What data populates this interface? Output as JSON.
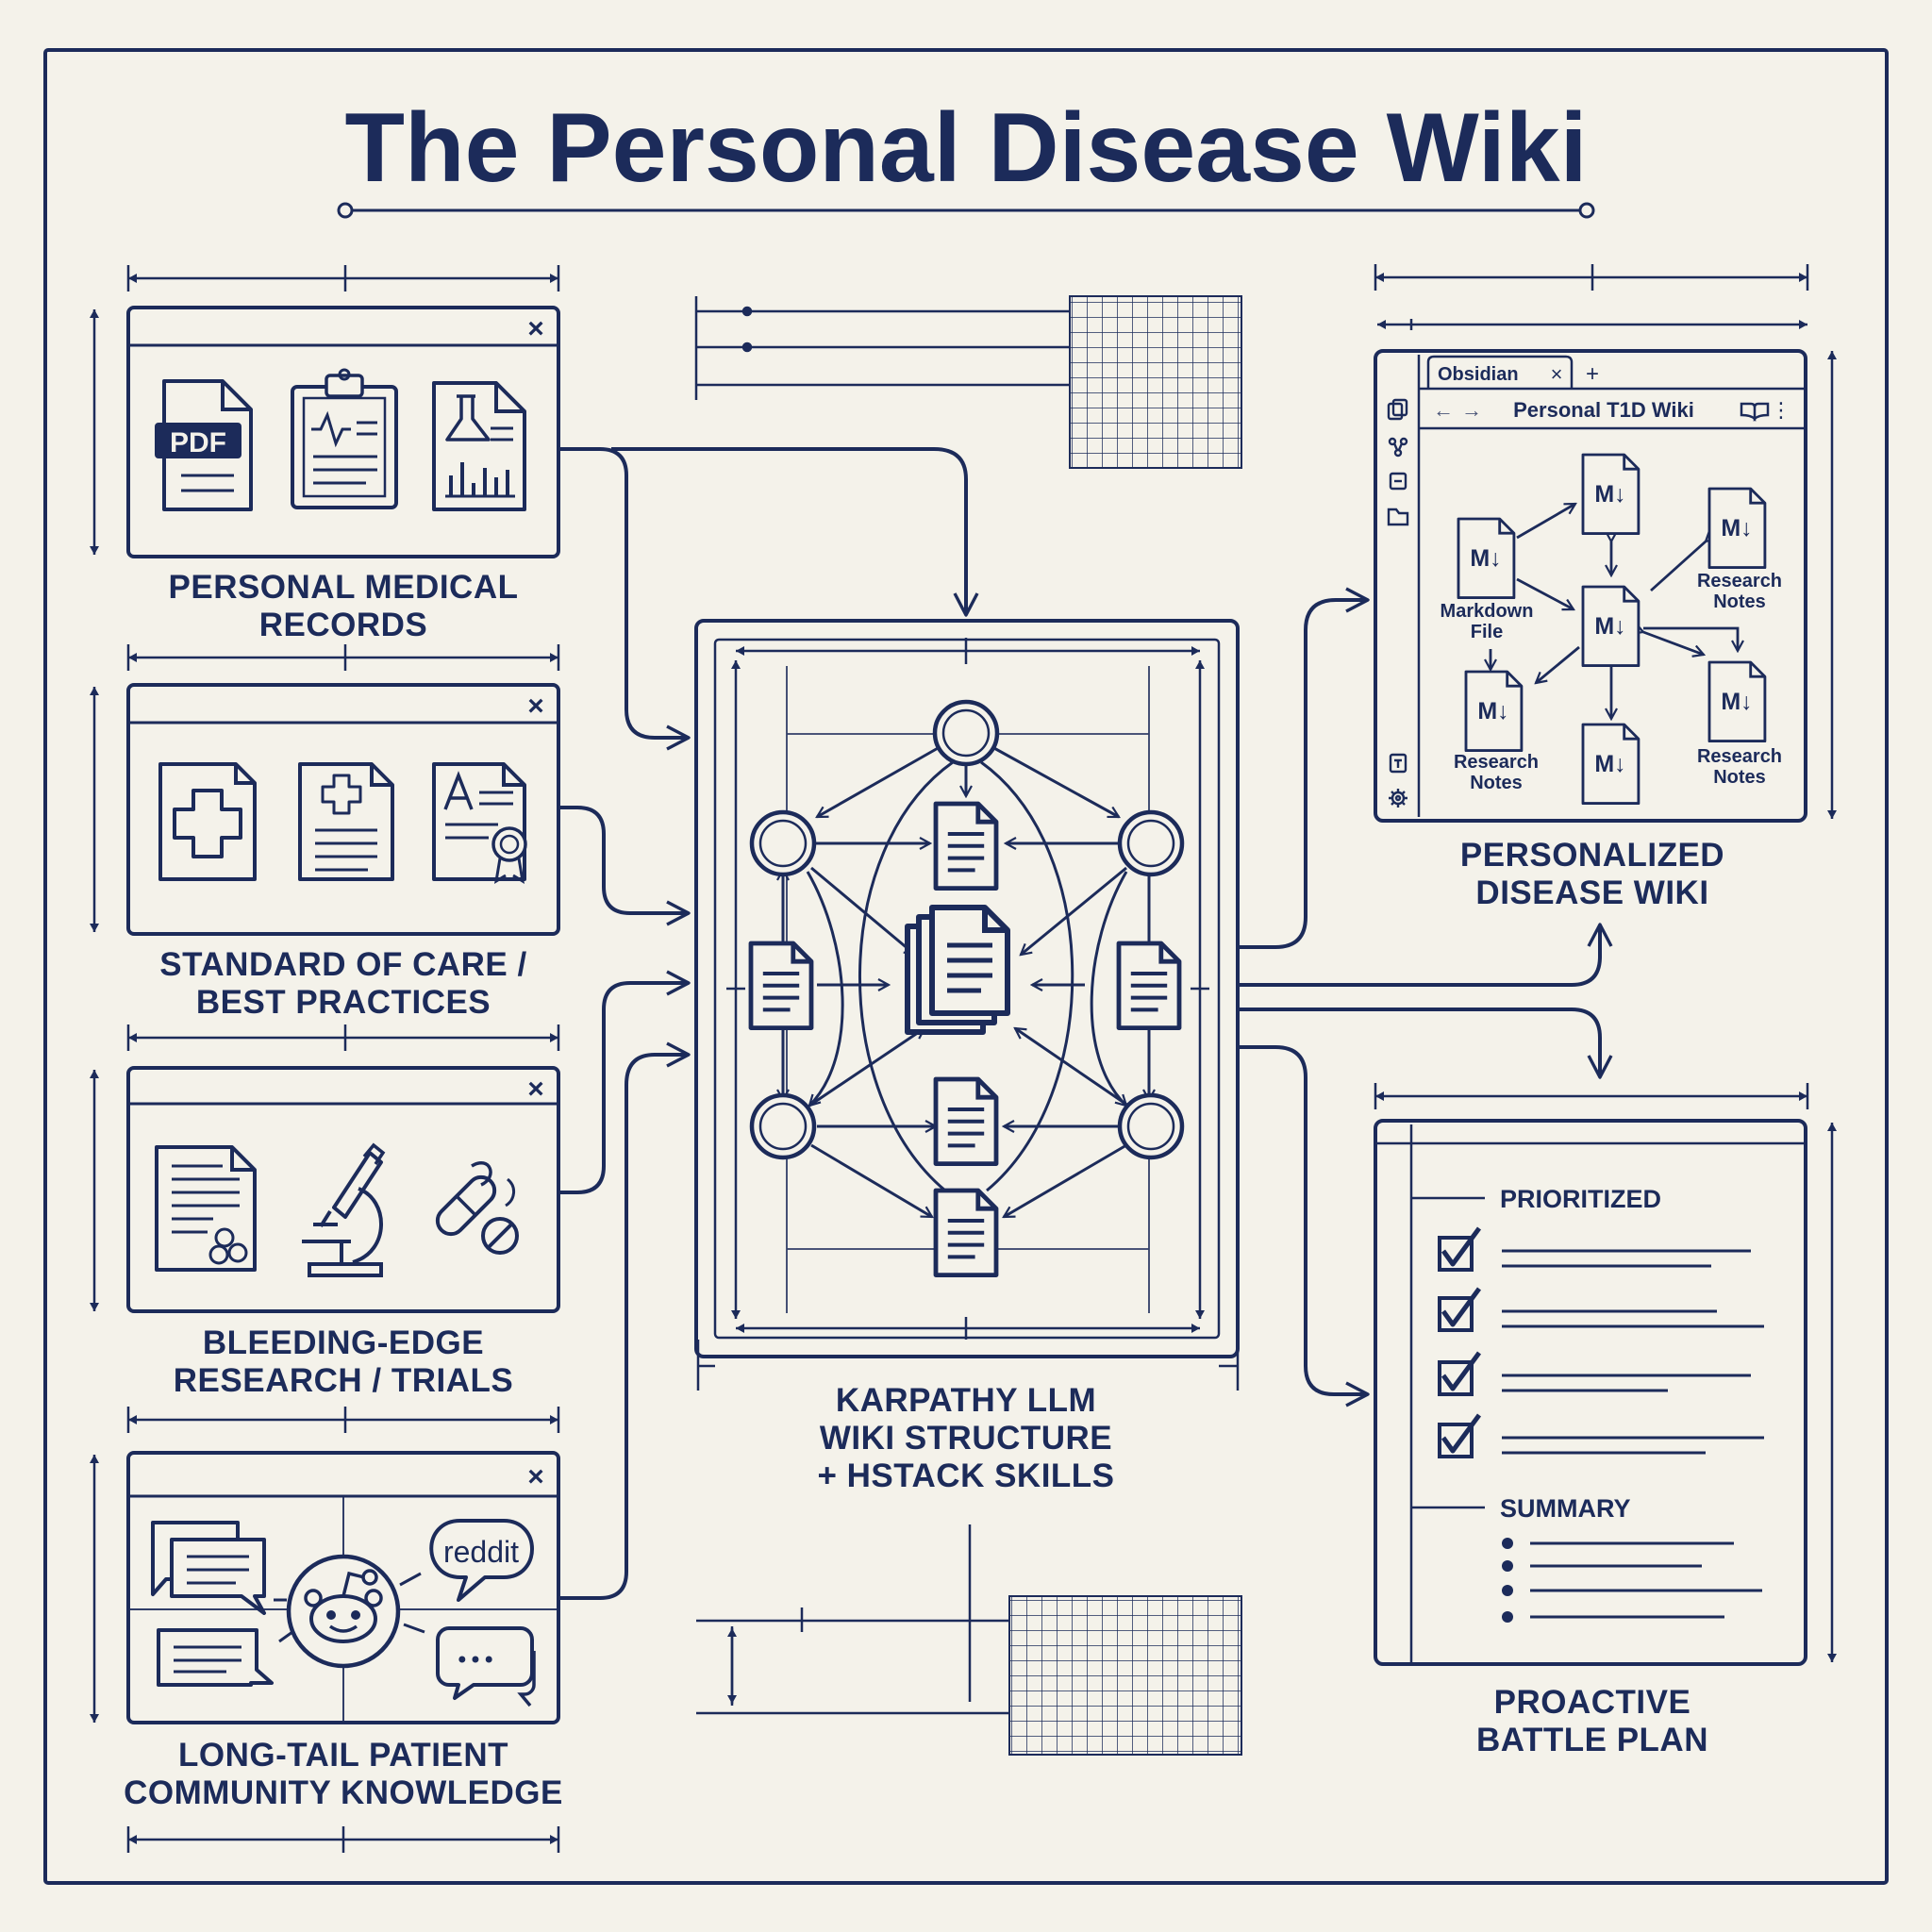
{
  "title": "The Personal Disease Wiki",
  "sources": [
    {
      "line1": "PERSONAL MEDICAL",
      "line2": "RECORDS"
    },
    {
      "line1": "STANDARD OF CARE /",
      "line2": "BEST PRACTICES"
    },
    {
      "line1": "BLEEDING-EDGE",
      "line2": "RESEARCH / TRIALS"
    },
    {
      "line1": "LONG-TAIL PATIENT",
      "line2": "COMMUNITY KNOWLEDGE"
    }
  ],
  "icons": {
    "pdf_label": "PDF",
    "reddit_label": "reddit",
    "close_glyph": "×",
    "dots": "•••"
  },
  "center": {
    "line1": "KARPATHY LLM",
    "line2": "WIKI STRUCTURE",
    "line3": "+ HSTACK SKILLS"
  },
  "obsidian": {
    "tab_label": "Obsidian",
    "tab_close": "×",
    "new_tab": "+",
    "back": "←",
    "forward": "→",
    "page_title": "Personal T1D Wiki",
    "more": "⋮",
    "md_glyph": "M↓",
    "labels": {
      "markdown_file_1": "Markdown",
      "markdown_file_2": "File",
      "research_notes_1": "Research",
      "research_notes_2": "Notes"
    }
  },
  "wiki_caption": {
    "line1": "PERSONALIZED",
    "line2": "DISEASE WIKI"
  },
  "plan": {
    "section1": "PRIORITIZED",
    "section2": "SUMMARY",
    "check_glyph": "✓"
  },
  "plan_caption": {
    "line1": "PROACTIVE",
    "line2": "BATTLE PLAN"
  },
  "colors": {
    "ink": "#1c2b5a",
    "paper": "#f4f2ea"
  }
}
